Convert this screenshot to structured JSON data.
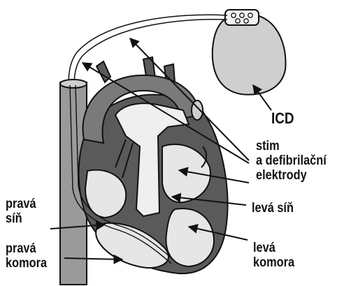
{
  "labels": {
    "icd": "ICD",
    "electrodes": [
      "stim",
      "a defibrilační",
      "elektrody"
    ],
    "left_atrium": "levá síň",
    "left_ventricle": [
      "levá",
      "komora"
    ],
    "right_atrium": [
      "pravá",
      "síň"
    ],
    "right_ventricle": [
      "pravá",
      "komora"
    ]
  },
  "colors": {
    "outline": "#111111",
    "device": "#cfcfcf",
    "heart_dark": "#5a5a5a",
    "chamber_light": "#e6e6e6",
    "vessel_mid": "#9a9a9a",
    "background": "#ffffff"
  }
}
